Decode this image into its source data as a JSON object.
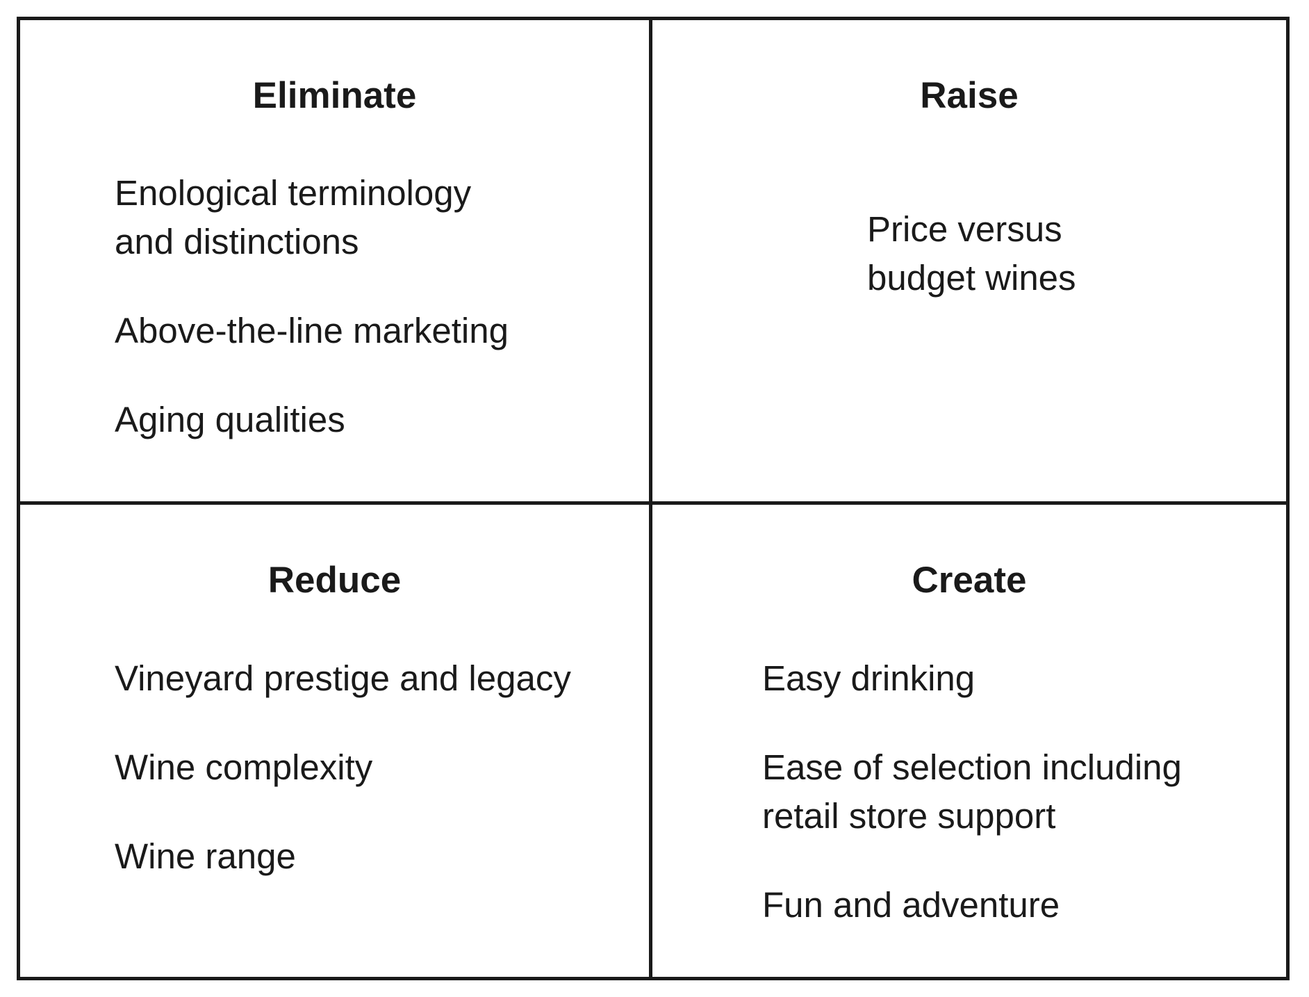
{
  "quadrants": {
    "eliminate": {
      "title": "Eliminate",
      "items": [
        "Enological terminology\nand distinctions",
        "Above-the-line marketing",
        "Aging qualities"
      ]
    },
    "raise": {
      "title": "Raise",
      "items": [
        "Price versus\nbudget wines"
      ]
    },
    "reduce": {
      "title": "Reduce",
      "items": [
        "Vineyard prestige and legacy",
        "Wine complexity",
        "Wine range"
      ]
    },
    "create": {
      "title": "Create",
      "items": [
        "Easy drinking",
        "Ease of selection including\nretail store support",
        "Fun and adventure"
      ]
    }
  },
  "colors": {
    "line": "#1a1a1a",
    "text": "#1a1a1a",
    "background": "#ffffff"
  }
}
